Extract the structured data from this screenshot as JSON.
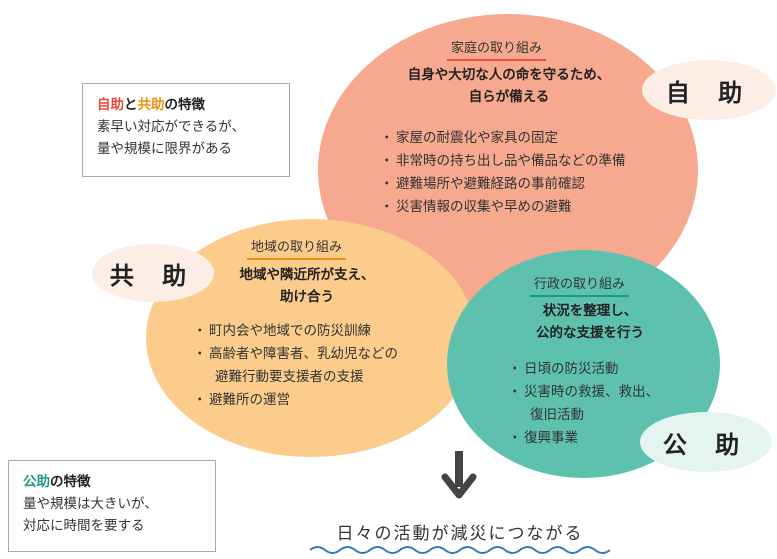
{
  "jijo": {
    "label": "自 助",
    "heading": "家庭の取り組み",
    "lead": [
      "自身や大切な人の命を守るため、",
      "自らが備える"
    ],
    "items": [
      "家屋の耐震化や家具の固定",
      "非常時の持ち出し品や備品などの準備",
      "避難場所や避難経路の事前確認",
      "災害情報の収集や早めの避難"
    ]
  },
  "kyojo": {
    "label": "共 助",
    "heading": "地域の取り組み",
    "lead": [
      "地域や隣近所が支え、",
      "助け合う"
    ],
    "items": [
      "町内会や地域での防災訓練",
      "高齢者や障害者、乳幼児などの",
      "避難行動要支援者の支援",
      "避難所の運営"
    ]
  },
  "kojo": {
    "label": "公 助",
    "heading": "行政の取り組み",
    "lead": [
      "状況を整理し、",
      "公的な支援を行う"
    ],
    "items": [
      "日頃の防災活動",
      "災害時の救援、救出、",
      "復旧活動",
      "復興事業"
    ]
  },
  "note_top": {
    "term1": "自助",
    "connector": "と",
    "term2": "共助",
    "suffix": "の特徴",
    "lines": [
      "素早い対応ができるが、",
      "量や規模に限界がある"
    ]
  },
  "note_bottom": {
    "term": "公助",
    "suffix": "の特徴",
    "lines": [
      "量や規模は大きいが、",
      "対応に時間を要する"
    ]
  },
  "tagline": "日々の活動が減災につながる",
  "colors": {
    "jijo_circle": "#f6a98e",
    "kyojo_circle": "#fbcc8c",
    "kojo_circle": "#5ec1ae",
    "accent_red": "#e74c3c",
    "accent_orange": "#e8920e",
    "accent_teal": "#1a9a82",
    "arrow": "#444444",
    "wave": "#2c7bbf"
  },
  "icons": [
    "down-arrow-icon",
    "wave-underline"
  ]
}
